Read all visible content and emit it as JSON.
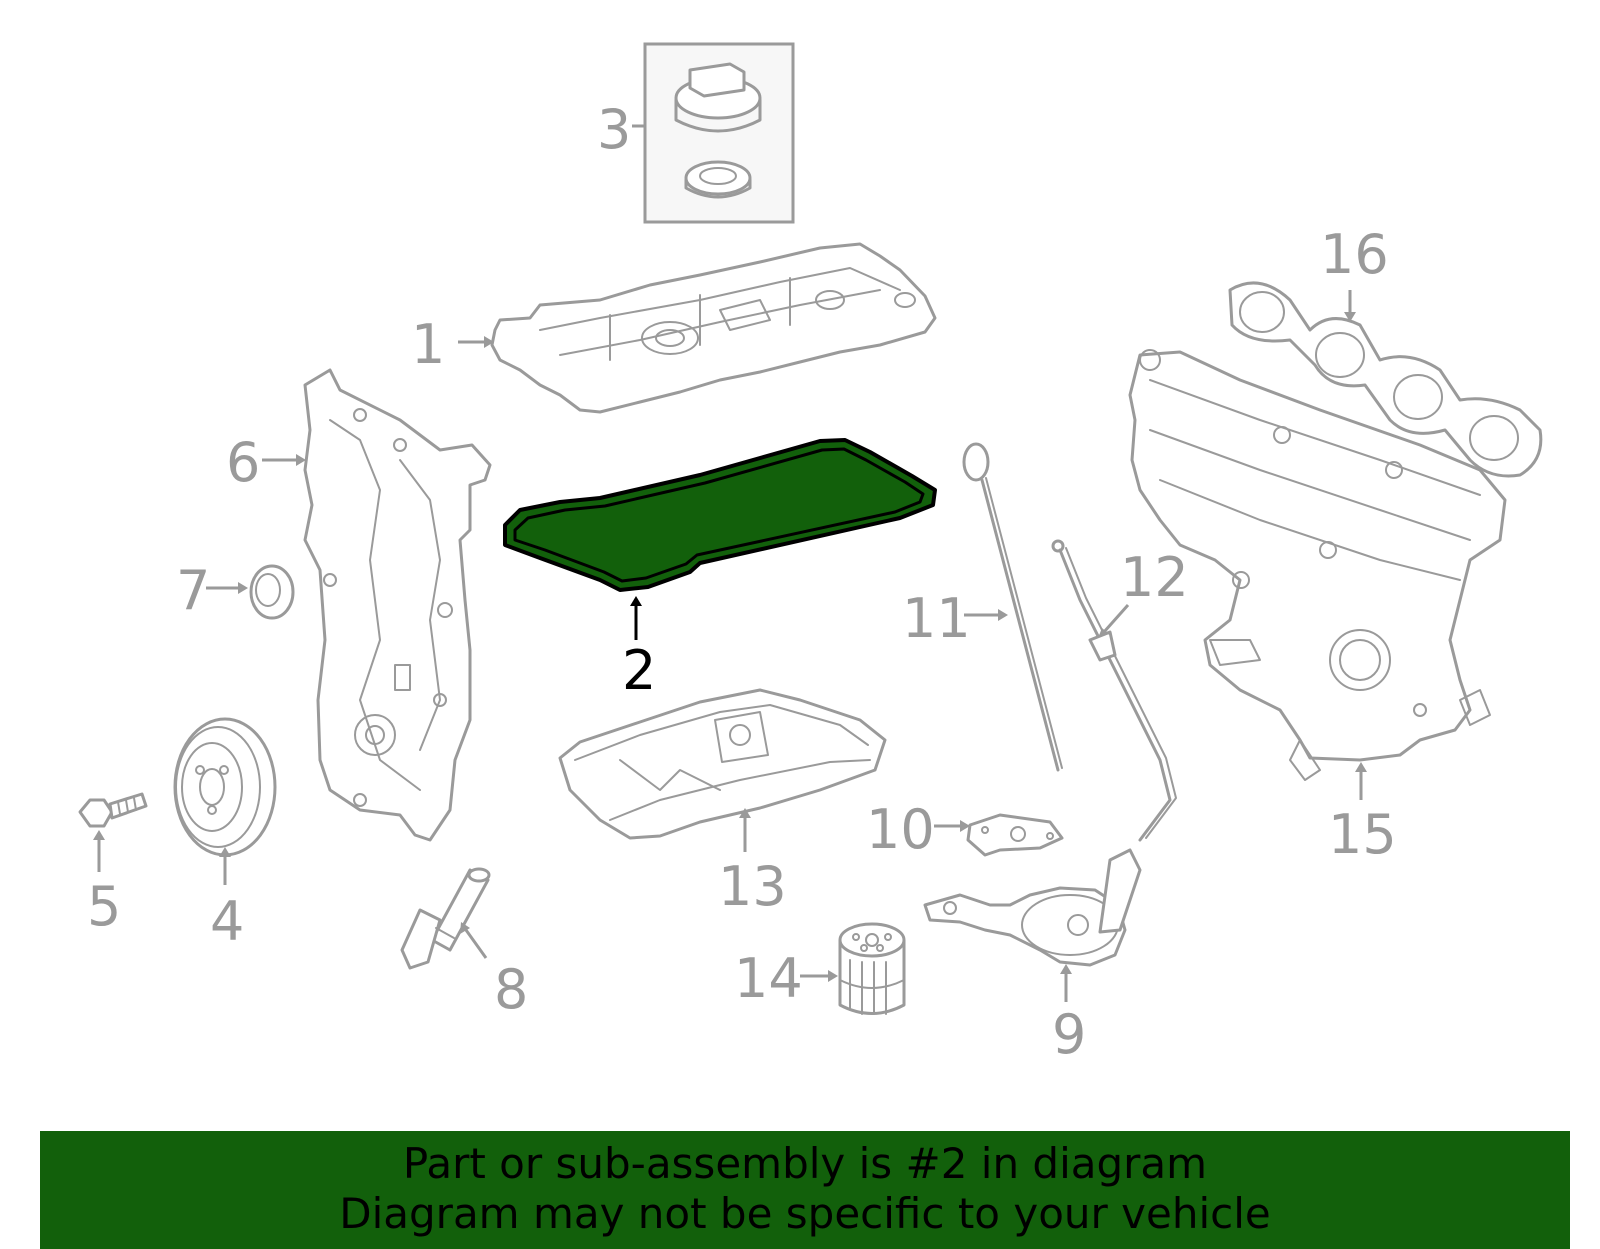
{
  "callouts": {
    "c1": "1",
    "c2": "2",
    "c3": "3",
    "c4": "4",
    "c5": "5",
    "c6": "6",
    "c7": "7",
    "c8": "8",
    "c9": "9",
    "c10": "10",
    "c11": "11",
    "c12": "12",
    "c13": "13",
    "c14": "14",
    "c15": "15",
    "c16": "16"
  },
  "highlight": {
    "part_number": "2",
    "color": "#12600b"
  },
  "banner": {
    "line1": "Part or sub-assembly is #2 in diagram",
    "line2": "Diagram may not be specific to your vehicle",
    "color": "#12600b"
  }
}
